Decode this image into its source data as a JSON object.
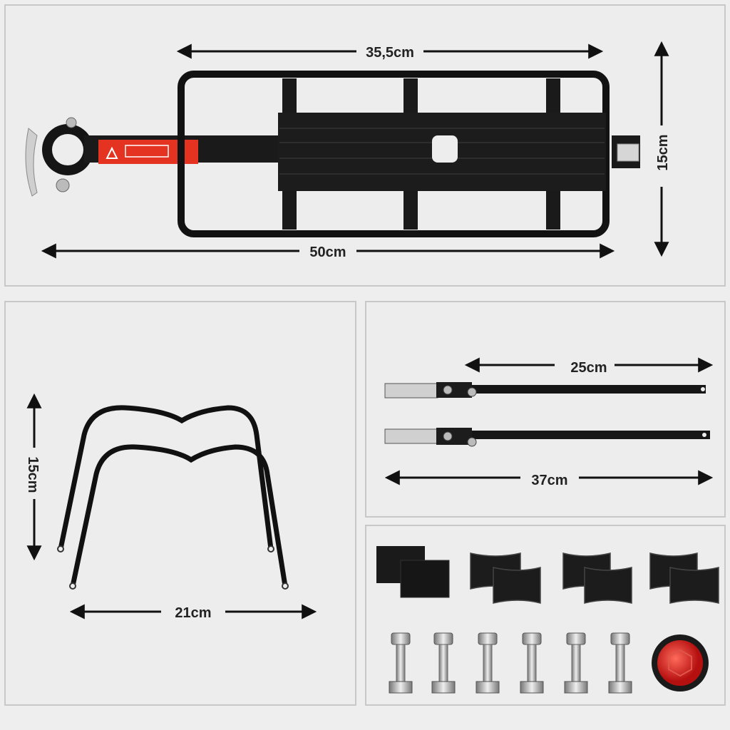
{
  "dimensions": {
    "rack_length_top": "35,5cm",
    "rack_length_total": "50cm",
    "rack_height": "15cm",
    "bracket_height": "15cm",
    "bracket_width": "21cm",
    "strut_short": "25cm",
    "strut_long": "37cm"
  },
  "colors": {
    "background": "#eeeeee",
    "metal": "#111111",
    "label_red": "#e53322",
    "reflector": "#d42020"
  }
}
